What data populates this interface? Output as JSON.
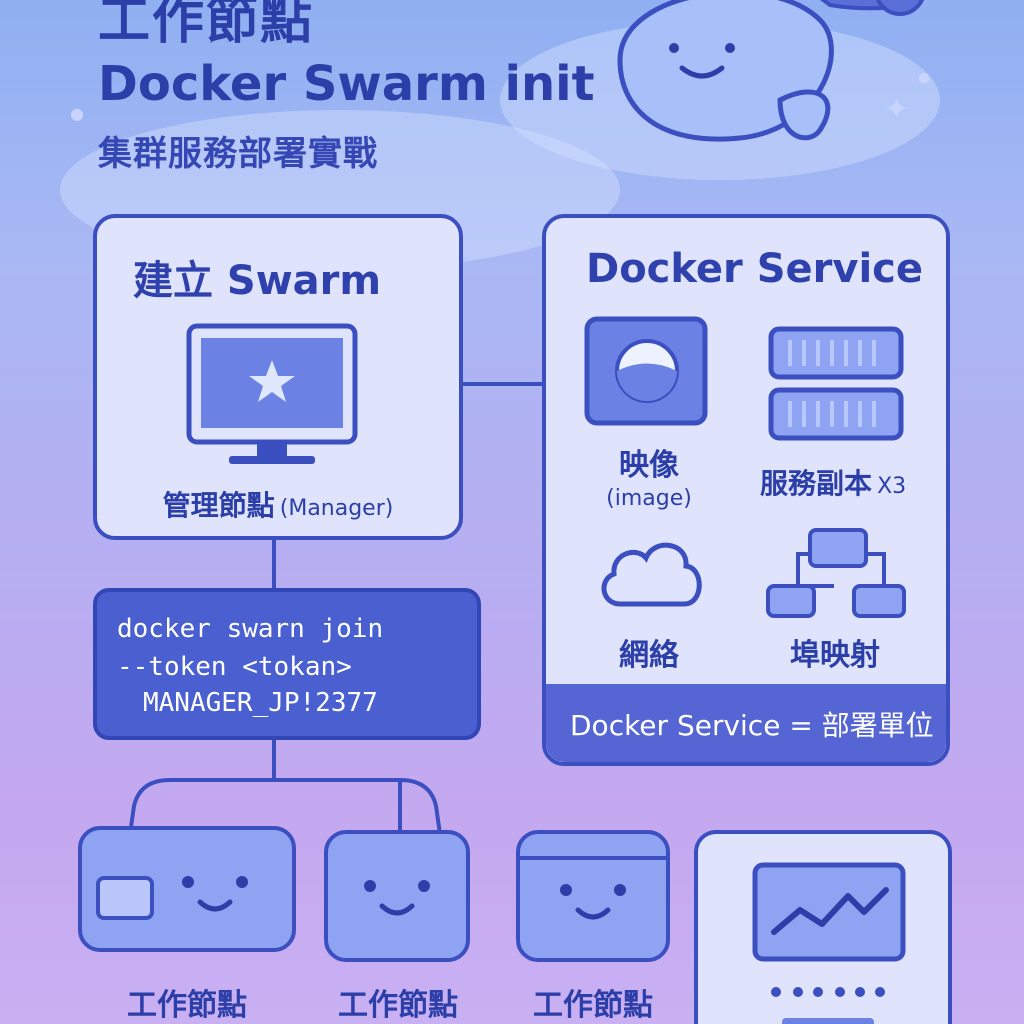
{
  "header": {
    "title": "工作節點",
    "subtitle": "Docker Swarm init",
    "tagline": "集群服務部署實戰"
  },
  "swarm_card": {
    "title": "建立 Swarm",
    "manager_label": "管理節點",
    "manager_suffix": "(Manager)"
  },
  "join_command": {
    "line1": "docker swarn join",
    "line2": "--token <tokan>",
    "line3": "MANAGER_JP!2377"
  },
  "service_card": {
    "title": "Docker Service",
    "image_label": "映像",
    "image_sublabel": "(image)",
    "replicas_label": "服務副本",
    "replicas_count": "X3",
    "network_label": "網絡",
    "port_label": "埠映射",
    "footer": "Docker Service = 部署單位"
  },
  "workers": [
    {
      "label": "工作節點"
    },
    {
      "label": "工作節點"
    },
    {
      "label": "工作節點"
    }
  ],
  "colors": {
    "accent": "#3b4fc0",
    "card_bg": "#dfe4fc",
    "code_bg": "#4a5fd0",
    "icon_fill": "#8ea4f2"
  }
}
